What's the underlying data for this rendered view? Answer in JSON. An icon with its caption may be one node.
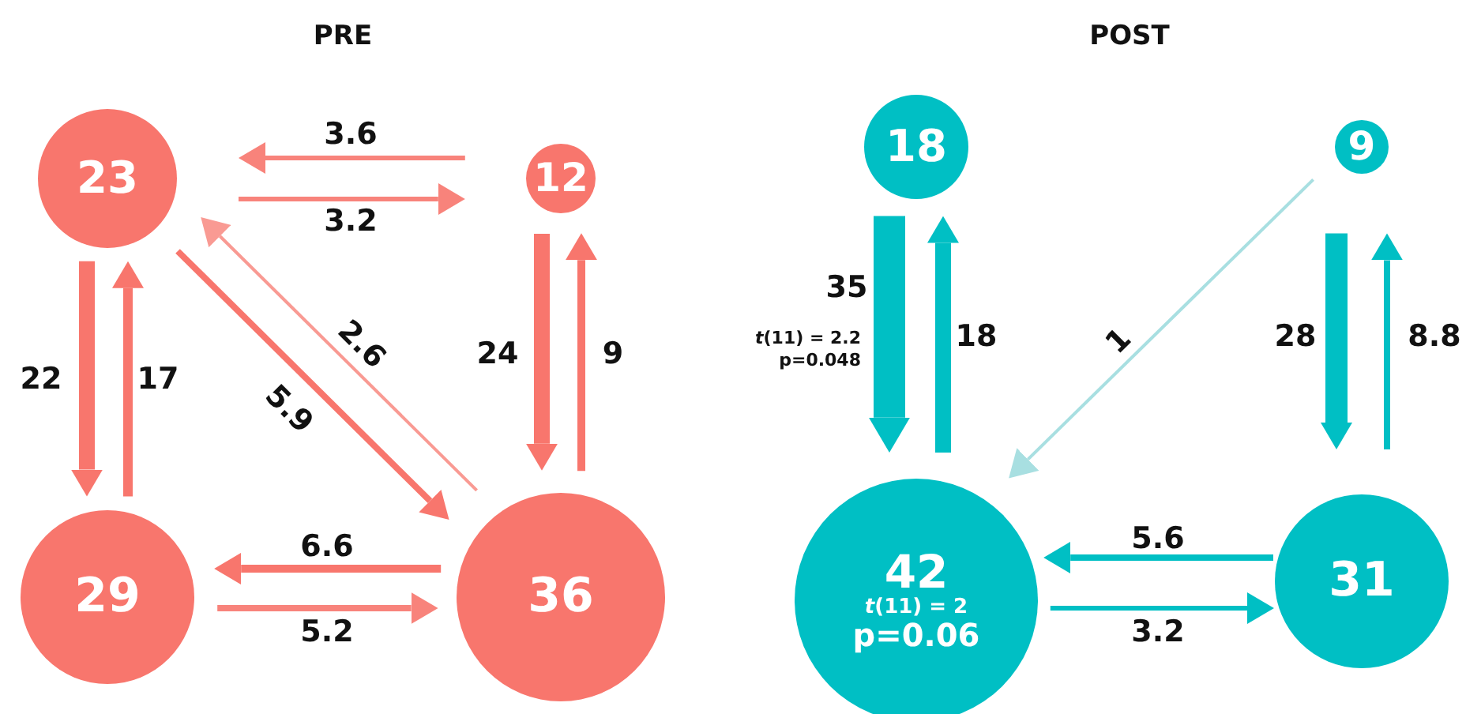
{
  "diagram": {
    "nodes": [
      {
        "text": [
          "23"
        ]
      },
      {
        "text": [
          "12"
        ]
      },
      {
        "text": [
          "29"
        ]
      },
      {
        "text": [
          "36"
        ]
      },
      {
        "text": [
          "18"
        ]
      },
      {
        "text": [
          "9"
        ]
      },
      {
        "text": [
          "42",
          "*t*(11) = 2",
          "p=0.06"
        ]
      },
      {
        "text": [
          "31"
        ]
      }
    ],
    "edges": [
      {
        "from": 1,
        "to": 0,
        "arrow": "to",
        "label": "3.6",
        "color": "#f8837b"
      },
      {
        "from": 0,
        "to": 1,
        "arrow": "to",
        "label": "3.2",
        "color": "#f8837b"
      },
      {
        "from": 0,
        "to": 2,
        "arrow": "to",
        "label": "22",
        "style": "thick",
        "color": "#f8766d"
      },
      {
        "from": 2,
        "to": 0,
        "arrow": "to",
        "label": "17",
        "color": "#f8766d"
      },
      {
        "from": 3,
        "to": 0,
        "arrow": "to",
        "label": "2.6",
        "color": "#f99a93"
      },
      {
        "from": 0,
        "to": 3,
        "arrow": "to",
        "label": "5.9",
        "color": "#f8766d"
      },
      {
        "from": 1,
        "to": 3,
        "arrow": "to",
        "label": "24",
        "style": "thick",
        "color": "#f8766d"
      },
      {
        "from": 3,
        "to": 1,
        "arrow": "to",
        "label": "9",
        "color": "#f8766d"
      },
      {
        "from": 3,
        "to": 2,
        "arrow": "to",
        "label": "6.6",
        "color": "#f8766d"
      },
      {
        "from": 2,
        "to": 3,
        "arrow": "to",
        "label": "5.2",
        "color": "#f8837b"
      },
      {
        "from": 4,
        "to": 6,
        "arrow": "to",
        "label": "35",
        "style": "thick",
        "color": "#00bfc4"
      },
      {
        "from": 6,
        "to": 4,
        "arrow": "to",
        "label": "18",
        "style": "thick",
        "color": "#00bfc4"
      },
      {
        "from": 5,
        "to": 6,
        "arrow": "to",
        "label": "1",
        "color": "#a8dfe1"
      },
      {
        "from": 5,
        "to": 7,
        "arrow": "to",
        "label": "28",
        "style": "thick",
        "color": "#00bfc4"
      },
      {
        "from": 7,
        "to": 5,
        "arrow": "to",
        "label": "8.8",
        "color": "#00bfc4"
      },
      {
        "from": 7,
        "to": 6,
        "arrow": "to",
        "label": "5.6",
        "color": "#00bfc4"
      },
      {
        "from": 6,
        "to": 7,
        "arrow": "to",
        "label": "3.2",
        "color": "#00bfc4"
      }
    ],
    "labels": [
      "PRE",
      "POST",
      "*t*(11) = 2.2 p=0.048"
    ]
  }
}
